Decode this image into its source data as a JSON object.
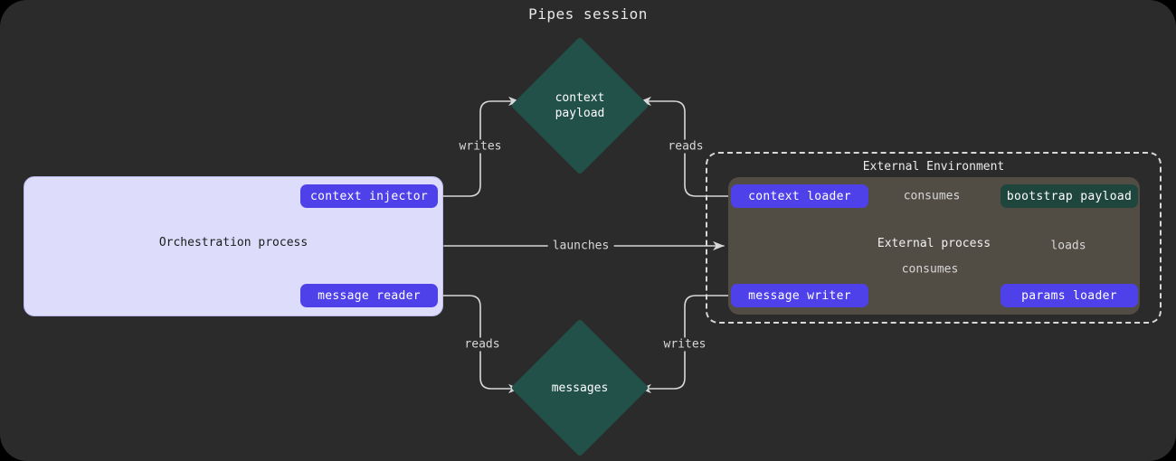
{
  "title": "Pipes session",
  "theme": {
    "background": "#2b2b2b",
    "purple_node": "#4f41ea",
    "green_node": "#1f463d",
    "lavender_container": "#dddcfb",
    "grey_container": "#514c44",
    "edge_stroke": "#d8d8d8"
  },
  "containers": {
    "orchestration": {
      "label": "Orchestration process"
    },
    "external_environment": {
      "label": "External Environment"
    },
    "external_process": {
      "label": "External process"
    }
  },
  "nodes": {
    "context_injector": {
      "label": "context injector",
      "shape": "pill",
      "color": "purple"
    },
    "message_reader": {
      "label": "message reader",
      "shape": "pill",
      "color": "purple"
    },
    "context_loader": {
      "label": "context loader",
      "shape": "pill",
      "color": "purple"
    },
    "message_writer": {
      "label": "message writer",
      "shape": "pill",
      "color": "purple"
    },
    "params_loader": {
      "label": "params loader",
      "shape": "pill",
      "color": "purple"
    },
    "bootstrap_payload": {
      "label": "bootstrap payload",
      "shape": "pill",
      "color": "green"
    },
    "context_payload": {
      "label": "context\npayload",
      "shape": "diamond",
      "color": "green"
    },
    "messages": {
      "label": "messages",
      "shape": "diamond",
      "color": "green"
    }
  },
  "edges": [
    {
      "id": "writes_context",
      "label": "writes",
      "from": "context_injector",
      "to": "context_payload"
    },
    {
      "id": "reads_context",
      "label": "reads",
      "from": "context_payload",
      "to": "context_loader"
    },
    {
      "id": "launches",
      "label": "launches",
      "from": "orchestration",
      "to": "external_process"
    },
    {
      "id": "reads_messages",
      "label": "reads",
      "from": "messages",
      "to": "message_reader"
    },
    {
      "id": "writes_messages",
      "label": "writes",
      "from": "message_writer",
      "to": "messages"
    },
    {
      "id": "consumes_context",
      "label": "consumes",
      "from": "context_loader",
      "to": "bootstrap_payload"
    },
    {
      "id": "consumes_writer",
      "label": "consumes",
      "from": "message_writer",
      "to": "bootstrap_payload"
    },
    {
      "id": "loads_params",
      "label": "loads",
      "from": "params_loader",
      "to": "bootstrap_payload"
    }
  ]
}
